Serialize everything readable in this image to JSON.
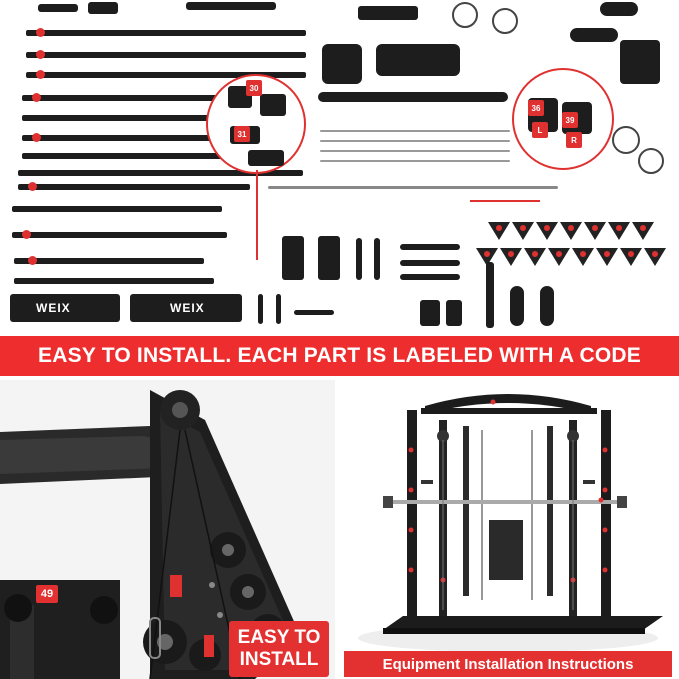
{
  "banner": {
    "text": "EASY TO INSTALL.   EACH PART IS LABELED WITH A CODE"
  },
  "left_panel": {
    "badge_text": "EASY TO\nINSTALL",
    "part_number": "49"
  },
  "right_panel": {
    "caption": "Equipment Installation Instructions"
  },
  "parts_area": {
    "zoom_labels": [
      "30",
      "31",
      "36",
      "39"
    ],
    "side_labels": [
      "L",
      "R"
    ],
    "brand_mark": "WEIX"
  },
  "colors": {
    "accent_red": "#ee2e2e",
    "steel_black": "#1d1d1d",
    "background": "#ffffff"
  }
}
